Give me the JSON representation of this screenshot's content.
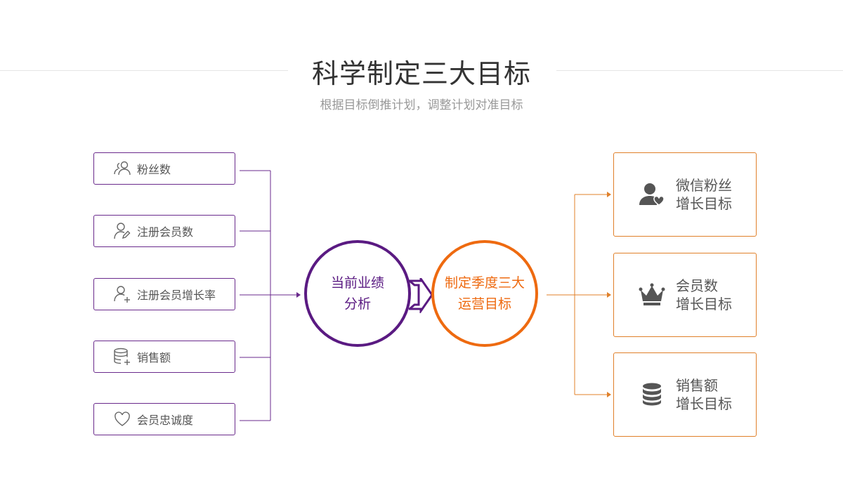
{
  "header": {
    "title": "科学制定三大目标",
    "subtitle": "根据目标倒推计划，调整计划对准目标"
  },
  "colors": {
    "purple": "#5a1a82",
    "orange": "#ee6a10",
    "boxOrange": "#e0802a",
    "icon": "#555555"
  },
  "left_items": [
    {
      "label": "粉丝数",
      "icon": "users-icon"
    },
    {
      "label": "注册会员数",
      "icon": "user-edit-icon"
    },
    {
      "label": "注册会员增长率",
      "icon": "user-add-icon"
    },
    {
      "label": "销售额",
      "icon": "database-add-icon"
    },
    {
      "label": "会员忠诚度",
      "icon": "heart-icon"
    }
  ],
  "circles": {
    "analysis": {
      "line1": "当前业绩",
      "line2": "分析"
    },
    "plan": {
      "line1": "制定季度三大",
      "line2": "运营目标"
    }
  },
  "right_items": [
    {
      "line1": "微信粉丝",
      "line2": "增长目标",
      "icon": "user-heart-icon"
    },
    {
      "line1": "会员数",
      "line2": "增长目标",
      "icon": "crown-icon"
    },
    {
      "line1": "销售额",
      "line2": "增长目标",
      "icon": "coins-stack-icon"
    }
  ]
}
